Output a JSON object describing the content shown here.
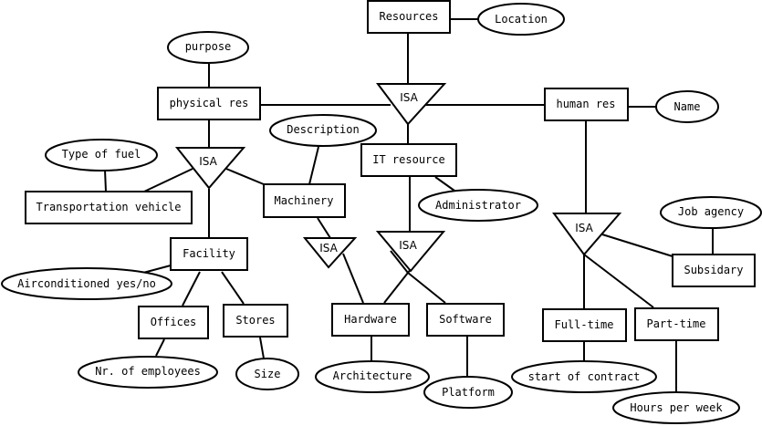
{
  "diagram": {
    "type": "ER diagram",
    "entities": [
      {
        "id": "resources",
        "label": "Resources"
      },
      {
        "id": "physical_res",
        "label": "physical res"
      },
      {
        "id": "human_res",
        "label": "human res"
      },
      {
        "id": "it_resource",
        "label": "IT resource"
      },
      {
        "id": "transportation_vehicle",
        "label": "Transportation vehicle"
      },
      {
        "id": "machinery",
        "label": "Machinery"
      },
      {
        "id": "facility",
        "label": "Facility"
      },
      {
        "id": "offices",
        "label": "Offices"
      },
      {
        "id": "stores",
        "label": "Stores"
      },
      {
        "id": "hardware",
        "label": "Hardware"
      },
      {
        "id": "software",
        "label": "Software"
      },
      {
        "id": "full_time",
        "label": "Full-time"
      },
      {
        "id": "part_time",
        "label": "Part-time"
      },
      {
        "id": "subsidary",
        "label": "Subsidary"
      }
    ],
    "attributes": [
      {
        "id": "location",
        "label": "Location",
        "of": "resources"
      },
      {
        "id": "purpose",
        "label": "purpose",
        "of": "physical_res"
      },
      {
        "id": "name",
        "label": "Name",
        "of": "human_res"
      },
      {
        "id": "description",
        "label": "Description",
        "of": "machinery"
      },
      {
        "id": "type_of_fuel",
        "label": "Type of fuel",
        "of": "transportation_vehicle"
      },
      {
        "id": "administrator",
        "label": "Administrator",
        "of": "it_resource"
      },
      {
        "id": "job_agency",
        "label": "Job agency",
        "of": "subsidary"
      },
      {
        "id": "airconditioned",
        "label": "Airconditioned yes/no",
        "of": "facility"
      },
      {
        "id": "nr_employees",
        "label": "Nr. of employees",
        "of": "offices"
      },
      {
        "id": "size",
        "label": "Size",
        "of": "stores"
      },
      {
        "id": "architecture",
        "label": "Architecture",
        "of": "hardware"
      },
      {
        "id": "platform",
        "label": "Platform",
        "of": "software"
      },
      {
        "id": "start_contract",
        "label": "start of contract",
        "of": "full_time"
      },
      {
        "id": "hours_per_week",
        "label": "Hours per week",
        "of": "part_time"
      }
    ],
    "isa": [
      {
        "id": "isa_resources",
        "label": "ISA",
        "parent": "resources",
        "children": [
          "physical_res",
          "human_res",
          "it_resource"
        ]
      },
      {
        "id": "isa_physical",
        "label": "ISA",
        "parent": "physical_res",
        "children": [
          "transportation_vehicle",
          "machinery",
          "facility"
        ]
      },
      {
        "id": "isa_machinery",
        "label": "ISA",
        "parent": "machinery",
        "children": [
          "hardware"
        ]
      },
      {
        "id": "isa_it",
        "label": "ISA",
        "parent": "it_resource",
        "children": [
          "hardware",
          "software"
        ]
      },
      {
        "id": "isa_human",
        "label": "ISA",
        "parent": "human_res",
        "children": [
          "full_time",
          "part_time",
          "subsidary"
        ]
      }
    ],
    "relationships": [
      {
        "from": "facility",
        "to": "offices"
      },
      {
        "from": "facility",
        "to": "stores"
      }
    ]
  }
}
